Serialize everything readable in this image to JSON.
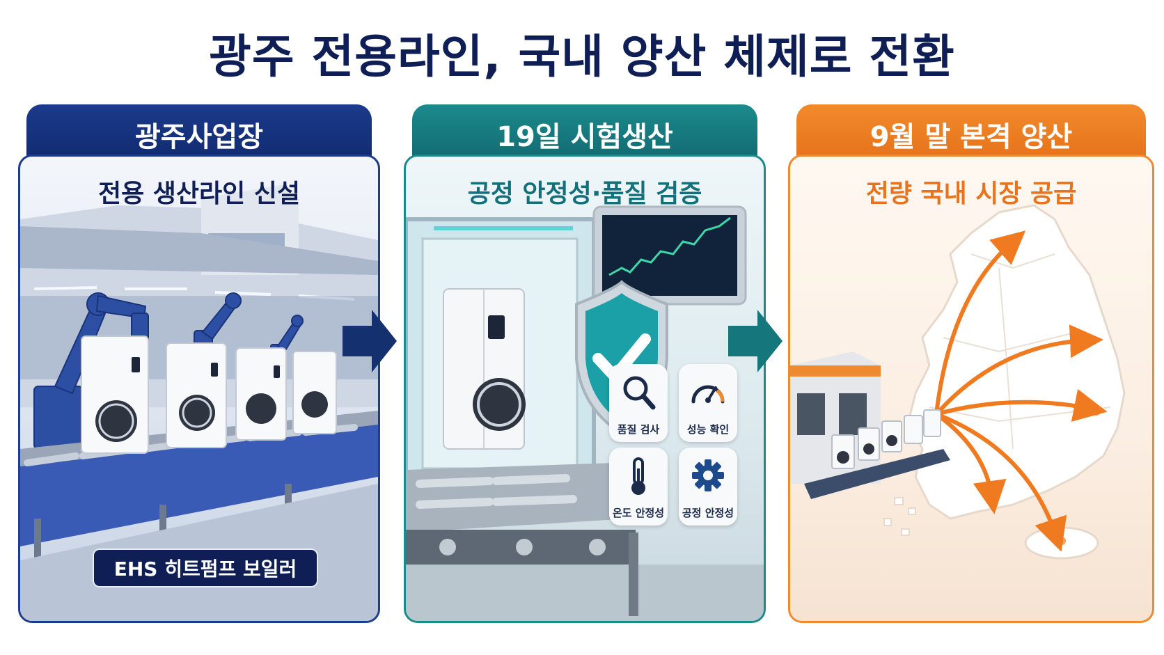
{
  "title": "광주 전용라인, 국내 양산 체제로 전환",
  "steps": [
    {
      "tab": "광주사업장",
      "subtitle": "전용 생산라인 신설",
      "badge": "EHS 히트펌프 보일러",
      "color": "#102a6e"
    },
    {
      "tab": "19일 시험생산",
      "subtitle": "공정 안정성·품질 검증",
      "checks": [
        "품질 검사",
        "성능 확인",
        "온도 안정성",
        "공정 안정성"
      ],
      "color": "#12686f"
    },
    {
      "tab": "9월 말 본격 양산",
      "subtitle": "전량 국내 시장 공급",
      "color": "#e5701a"
    }
  ],
  "icons": [
    "magnifier-icon",
    "gauge-icon",
    "thermometer-icon",
    "gear-icon",
    "shield-check-icon",
    "arrow-right-icon"
  ]
}
